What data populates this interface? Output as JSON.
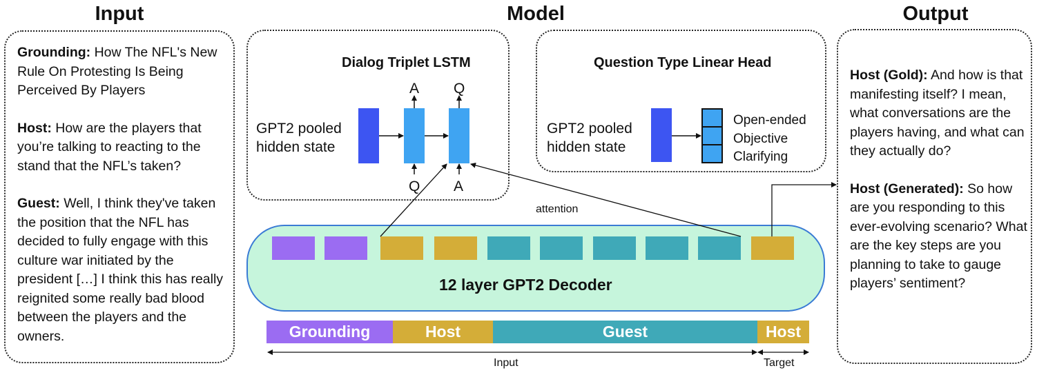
{
  "columns": {
    "input": "Input",
    "model": "Model",
    "output": "Output"
  },
  "input_box": {
    "grounding_label": "Grounding:",
    "grounding_text": "How The NFL's New Rule On Protesting Is Being Perceived By Players",
    "host_label": "Host:",
    "host_text": "How are the players that you’re talking to reacting to the stand that the NFL’s taken?",
    "guest_label": "Guest:",
    "guest_text": "Well, I think they've taken the position that the NFL has decided to fully engage with this culture war initiated by the president […] I think this has really reignited some really bad blood between the players and the owners."
  },
  "lstm_box": {
    "title": "Dialog Triplet LSTM",
    "input_label": "GPT2 pooled hidden state",
    "out1": "A",
    "out2": "Q",
    "in1": "Q",
    "in2": "A"
  },
  "head_box": {
    "title": "Question Type Linear Head",
    "input_label": "GPT2 pooled hidden state",
    "classes": [
      "Open-ended",
      "Objective",
      "Clarifying"
    ]
  },
  "attention_label": "attention",
  "decoder_label": "12 layer GPT2 Decoder",
  "tokens": [
    "grounding",
    "grounding",
    "host",
    "host",
    "guest",
    "guest",
    "guest",
    "guest",
    "guest",
    "target"
  ],
  "segments": [
    "Grounding",
    "Host",
    "Guest",
    "Host"
  ],
  "bottom_labels": {
    "input": "Input",
    "target": "Target"
  },
  "output_box": {
    "gold_label": "Host (Gold):",
    "gold_text": "And how is that manifesting itself? I mean, what conversations are the players having, and what can they actually do?",
    "gen_label": "Host (Generated):",
    "gen_text": "So how are you responding to this ever-evolving scenario? What are the key steps are you planning to take to gauge players’ sentiment?"
  },
  "colors": {
    "grounding": "#9b6cf2",
    "host": "#d4ad38",
    "guest": "#3fa9b8",
    "lstm_dark": "#3d55f2",
    "lstm_light": "#3fa4f2",
    "decoder_fill": "#c6f5dc",
    "decoder_border": "#3a7bd5"
  }
}
